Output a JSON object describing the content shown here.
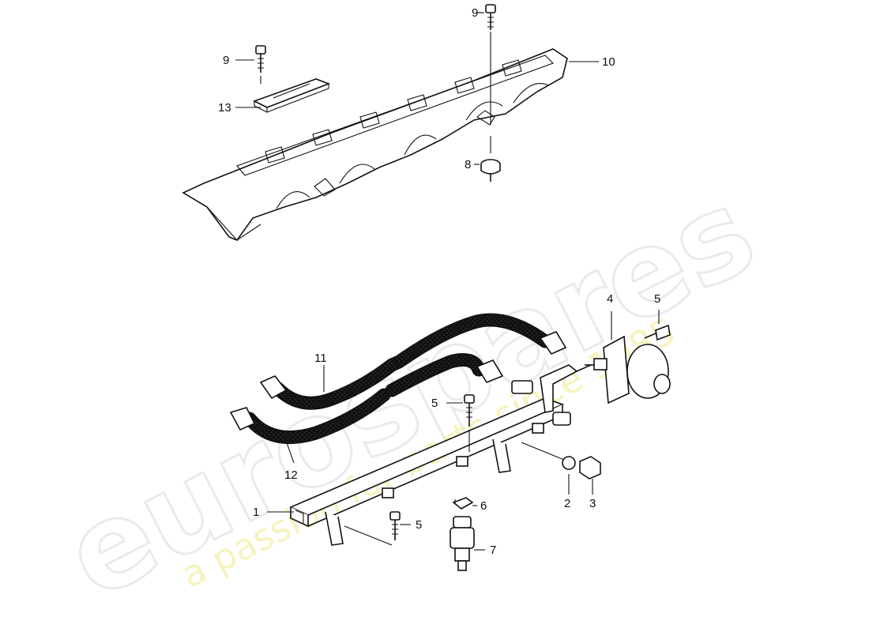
{
  "watermark": {
    "brand": "eurospares",
    "tagline": "a passion for parts since 1985"
  },
  "callouts": {
    "c1": "1",
    "c2": "2",
    "c3": "3",
    "c4": "4",
    "c5a": "5",
    "c5b": "5",
    "c5c": "5",
    "c6": "6",
    "c7": "7",
    "c8": "8",
    "c9a": "9",
    "c9b": "9",
    "c10": "10",
    "c11": "11",
    "c12": "12",
    "c13": "13"
  }
}
